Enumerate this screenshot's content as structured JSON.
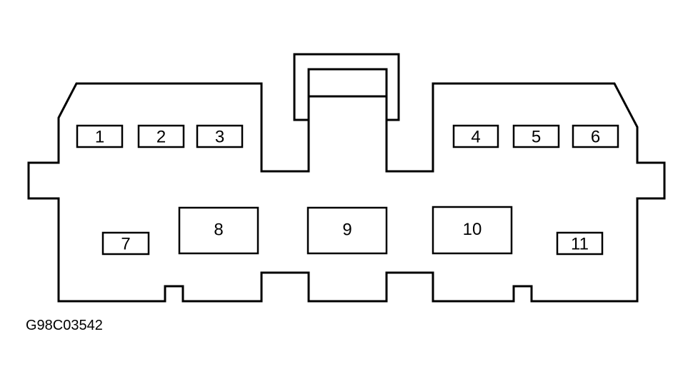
{
  "diagram": {
    "type": "connector-face-view",
    "cavities": [
      {
        "id": "cavity-1",
        "label": "1"
      },
      {
        "id": "cavity-2",
        "label": "2"
      },
      {
        "id": "cavity-3",
        "label": "3"
      },
      {
        "id": "cavity-4",
        "label": "4"
      },
      {
        "id": "cavity-5",
        "label": "5"
      },
      {
        "id": "cavity-6",
        "label": "6"
      },
      {
        "id": "cavity-7",
        "label": "7"
      },
      {
        "id": "cavity-8",
        "label": "8"
      },
      {
        "id": "cavity-9",
        "label": "9"
      },
      {
        "id": "cavity-10",
        "label": "10"
      },
      {
        "id": "cavity-11",
        "label": "11"
      }
    ],
    "figure_id": "G98C03542"
  }
}
